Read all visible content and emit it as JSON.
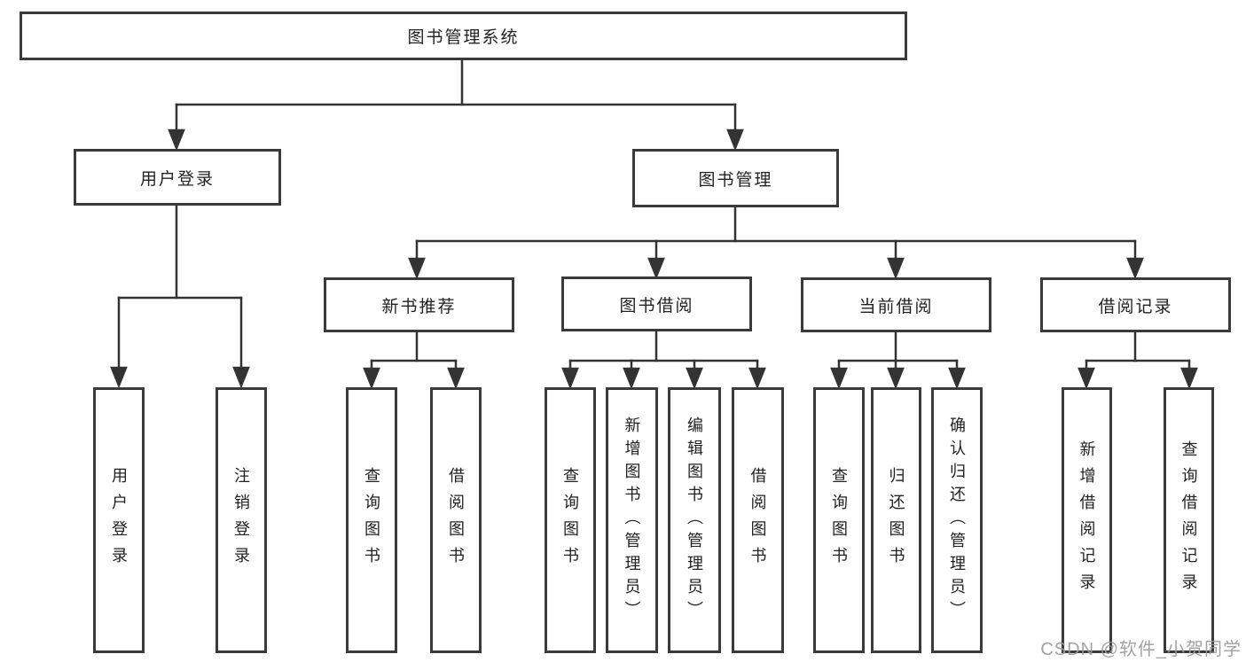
{
  "diagram": {
    "root": "图书管理系统",
    "branches": [
      {
        "label": "用户登录",
        "children": [
          "用户登录",
          "注销登录"
        ]
      },
      {
        "label": "图书管理",
        "sections": [
          {
            "label": "新书推荐",
            "children": [
              "查询图书",
              "借阅图书"
            ]
          },
          {
            "label": "图书借阅",
            "children": [
              "查询图书",
              "新增图书（管理员）",
              "编辑图书（管理员）",
              "借阅图书"
            ]
          },
          {
            "label": "当前借阅",
            "children": [
              "查询图书",
              "归还图书",
              "确认归还（管理员）"
            ]
          },
          {
            "label": "借阅记录",
            "children": [
              "新增借阅记录",
              "查询借阅记录"
            ]
          }
        ]
      }
    ]
  },
  "watermark": "CSDN @软件_小贺同学",
  "colors": {
    "line": "#333333",
    "box_border": "#3a3a3a",
    "text": "#222222",
    "watermark": "#9b9b9b",
    "background": "#ffffff"
  }
}
